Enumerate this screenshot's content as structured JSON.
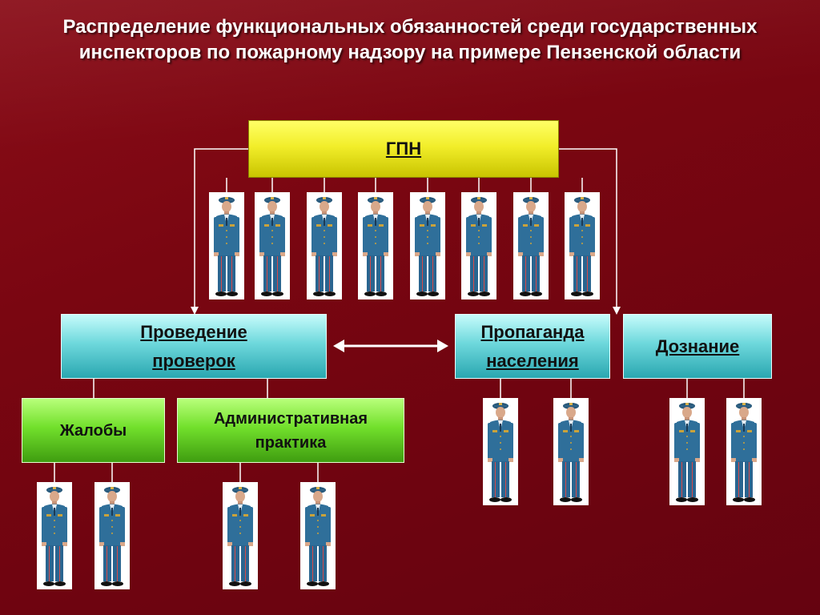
{
  "title": "Распределение функциональных обязанностей среди государственных инспекторов по пожарному надзору на примере Пензенской области",
  "nodes": {
    "gpn": "ГПН",
    "checks": "Проведение проверок",
    "propaganda": "Пропаганда населения",
    "inquiry": "Дознание",
    "complaints": "Жалобы",
    "admin_practice": "Административная практика"
  },
  "icons": {
    "inspector": "inspector-in-uniform-icon"
  },
  "colors": {
    "background": "#7a0611",
    "gpn_box": "#f2ee2a",
    "category_box": "#6ed8dc",
    "sub_box": "#72e02c",
    "uniform": "#2f6f9a"
  }
}
